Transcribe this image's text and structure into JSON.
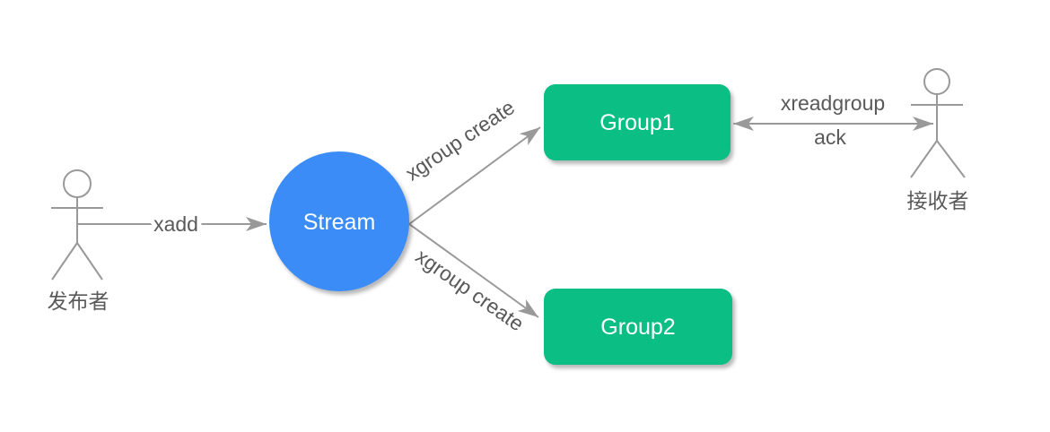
{
  "diagram": {
    "type": "flow-diagram",
    "background": "#ffffff",
    "colors": {
      "stroke_color": "#999999",
      "label_color": "#595959",
      "node_text_color": "#ffffff",
      "stream_fill": "#3b8cf7",
      "group_fill": "#0bbe83"
    },
    "actors": [
      {
        "id": "publisher",
        "label": "发布者"
      },
      {
        "id": "receiver",
        "label": "接收者"
      }
    ],
    "nodes": [
      {
        "id": "stream",
        "label": "Stream",
        "shape": "circle"
      },
      {
        "id": "group1",
        "label": "Group1",
        "shape": "rounded-rectangle"
      },
      {
        "id": "group2",
        "label": "Group2",
        "shape": "rounded-rectangle"
      }
    ],
    "edges": [
      {
        "from": "publisher",
        "to": "stream",
        "label": "xadd",
        "arrows": "forward"
      },
      {
        "from": "stream",
        "to": "group1",
        "label": "xgroup create",
        "arrows": "forward"
      },
      {
        "from": "stream",
        "to": "group2",
        "label": "xgroup create",
        "arrows": "forward"
      },
      {
        "from": "group1",
        "to": "receiver",
        "labels": [
          "xreadgroup",
          "ack"
        ],
        "arrows": "both"
      }
    ]
  }
}
